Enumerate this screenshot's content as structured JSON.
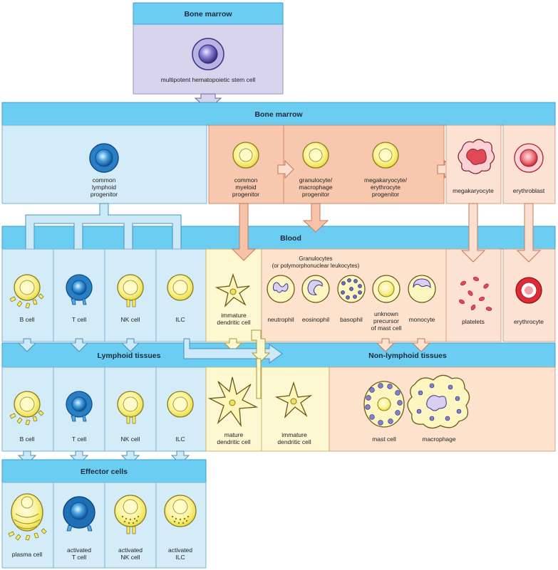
{
  "headers": {
    "bone_marrow_top": "Bone marrow",
    "bone_marrow": "Bone marrow",
    "blood": "Blood",
    "lymphoid_tissues": "Lymphoid tissues",
    "non_lymphoid_tissues": "Non-lymphoid tissues",
    "effector_cells": "Effector cells"
  },
  "labels": {
    "stem_cell": "multipotent hematopoietic stem cell",
    "clp": [
      "common",
      "lymphoid",
      "progenitor"
    ],
    "cmp": [
      "common",
      "myeloid",
      "progenitor"
    ],
    "gmp": [
      "granulocyte/",
      "macrophage",
      "progenitor"
    ],
    "mep": [
      "megakaryocyte/",
      "erythrocyte",
      "progenitor"
    ],
    "megakaryocyte": "megakaryocyte",
    "erythroblast": "erythroblast",
    "granulocytes": [
      "Granulocytes",
      "(or polymorphonuclear leukocytes)"
    ],
    "blood_cells": [
      "B cell",
      "T cell",
      "NK cell",
      "ILC"
    ],
    "immature_dc": [
      "immature",
      "dendritic cell"
    ],
    "neutrophil": "neutrophil",
    "eosinophil": "eosinophil",
    "basophil": "basophil",
    "mast_precursor": [
      "unknown",
      "precursor",
      "of mast cell"
    ],
    "monocyte": "monocyte",
    "platelets": "platelets",
    "erythrocyte": "erythrocyte",
    "tissue_cells": [
      "B cell",
      "T cell",
      "NK cell",
      "ILC"
    ],
    "mature_dc": [
      "mature",
      "dendritic cell"
    ],
    "tissue_immature_dc": [
      "immature",
      "dendritic cell"
    ],
    "mast_cell": "mast cell",
    "macrophage": "macrophage",
    "plasma_cell": "plasma cell",
    "activated_t": [
      "activated",
      "T cell"
    ],
    "activated_nk": [
      "activated",
      "NK cell"
    ],
    "activated_ilc": [
      "activated",
      "ILC"
    ]
  },
  "colors": {
    "header_bar": "#6ccdf2",
    "stem_panel": "#d8d4ee",
    "lymphoid_panel": "#d4ecf8",
    "myeloid_panel": "#f7c8ae",
    "pale_orange_panel": "#fbe2d2",
    "dc_panel": "#fdf7d2",
    "granulocyte_panel": "#fde3cd",
    "arrow_blue": "#cce9f7",
    "arrow_orange": "#f7c2a8",
    "cell_yellow": "#f5ee6a",
    "cell_blue": "#2a7fc3",
    "cell_purple": "#6a5fb0",
    "erythro_red": "#d8303a"
  }
}
